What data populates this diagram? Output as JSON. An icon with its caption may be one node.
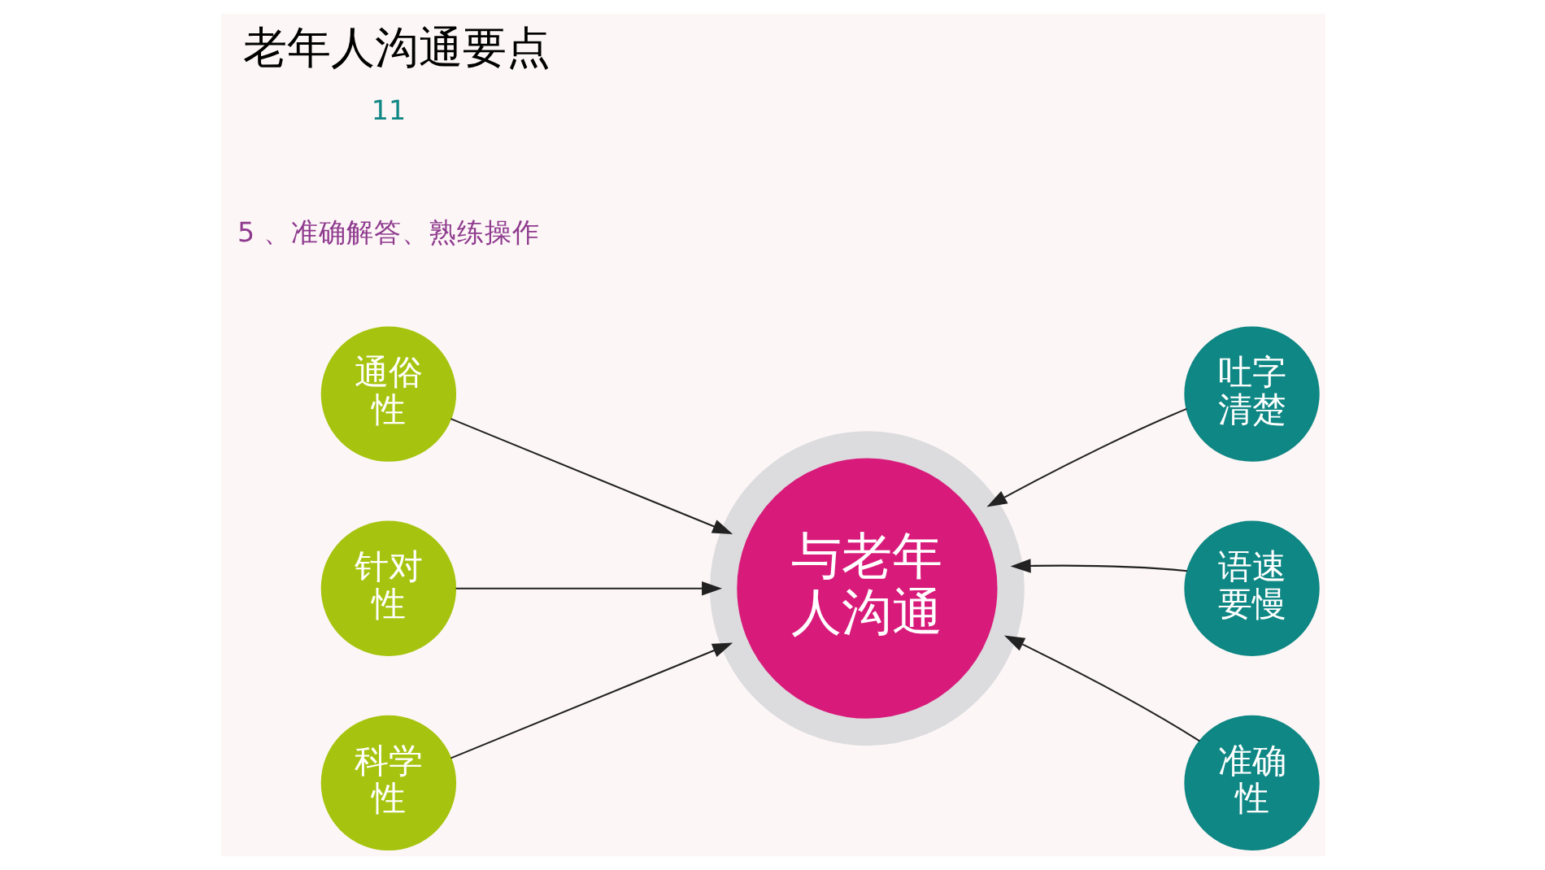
{
  "diagram": {
    "title": "老年人沟通要点",
    "nodes": [
      {
        "text": [
          "通俗性"
        ]
      },
      {
        "text": [
          "针对性"
        ]
      },
      {
        "text": [
          "科学性"
        ]
      },
      {
        "text": [
          "与老年人沟通"
        ]
      },
      {
        "text": [
          "吐字清楚"
        ]
      },
      {
        "text": [
          "语速要慢"
        ]
      },
      {
        "text": [
          "准确性"
        ]
      }
    ],
    "edges": [
      {
        "from": 0,
        "to": 3,
        "arrow": "to"
      },
      {
        "from": 1,
        "to": 3,
        "arrow": "to"
      },
      {
        "from": 2,
        "to": 3,
        "arrow": "to"
      },
      {
        "from": 4,
        "to": 3,
        "arrow": "to"
      },
      {
        "from": 5,
        "to": 3,
        "arrow": "to"
      },
      {
        "from": 6,
        "to": 3,
        "arrow": "to"
      }
    ],
    "labels": [
      "5 、准确解答、熟练操作",
      "11"
    ]
  }
}
